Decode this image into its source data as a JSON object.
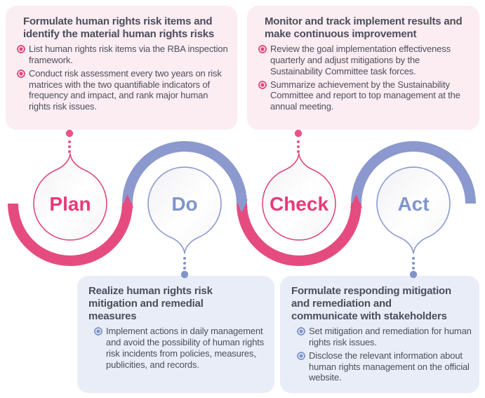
{
  "diagram_type": "PDCA cycle",
  "colors": {
    "pink_accent": "#e64b7f",
    "pink_label": "#e83a78",
    "pink_box_bg": "#fcedf2",
    "blue_accent": "#8b99ce",
    "blue_label": "#7e95cf",
    "blue_box_bg": "#e9edf8",
    "body_text": "#4b4e5c"
  },
  "cycle": {
    "plan": {
      "label": "Plan",
      "box": {
        "title": "Formulate human rights risk items and identify the material human rights risks",
        "bullets": [
          "List human rights risk items via the RBA inspection framework.",
          "Conduct risk assessment every two years on risk matrices with the two quantifiable indicators of frequency and impact, and rank major human rights risk issues."
        ]
      }
    },
    "do": {
      "label": "Do",
      "box": {
        "title": "Realize human rights risk mitigation and remedial measures",
        "bullets": [
          "Implement actions in daily management and avoid the possibility of human rights risk incidents from policies, measures, publicities, and records."
        ]
      }
    },
    "check": {
      "label": "Check",
      "box": {
        "title": "Monitor and track implement results and make continuous improvement",
        "bullets": [
          "Review the goal implementation effectiveness quarterly and adjust mitigations by the Sustainability Committee task forces.",
          "Summarize achievement by the Sustainability Committee and report to top management at the annual meeting."
        ]
      }
    },
    "act": {
      "label": "Act",
      "box": {
        "title": "Formulate responding mitigation and remediation and communicate with stakeholders",
        "bullets": [
          "Set mitigation and remediation for human rights risk issues.",
          "Disclose the relevant information about human rights management on the official website."
        ]
      }
    }
  }
}
